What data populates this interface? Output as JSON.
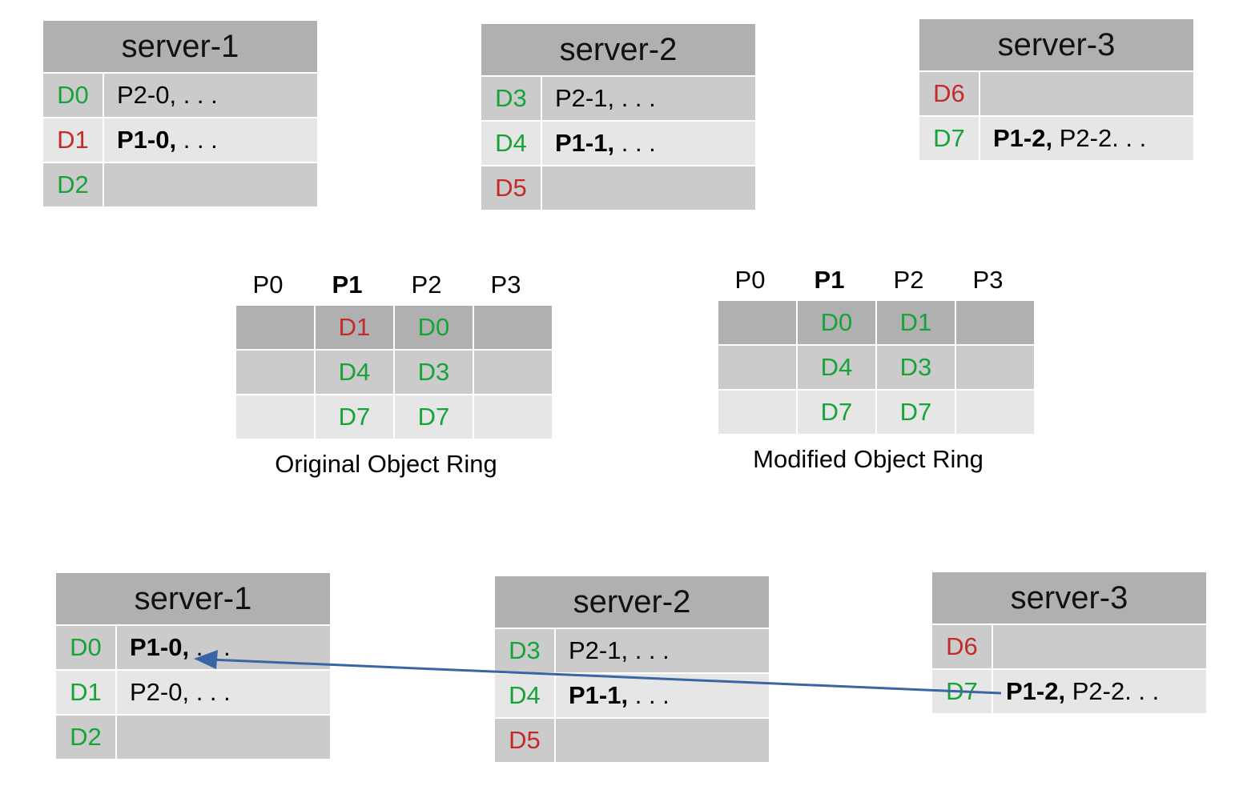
{
  "top": {
    "server1": {
      "title": "server-1",
      "rows": [
        {
          "disk": "D0",
          "content": "P2-0, . . ."
        },
        {
          "disk": "D1",
          "bold": "P1-0,",
          "content": " . . ."
        },
        {
          "disk": "D2",
          "content": ""
        }
      ]
    },
    "server2": {
      "title": "server-2",
      "rows": [
        {
          "disk": "D3",
          "content": "P2-1, . . ."
        },
        {
          "disk": "D4",
          "bold": "P1-1,",
          "content": " . . ."
        },
        {
          "disk": "D5",
          "content": ""
        }
      ]
    },
    "server3": {
      "title": "server-3",
      "rows": [
        {
          "disk": "D6",
          "content": ""
        },
        {
          "disk": "D7",
          "bold": "P1-2,",
          "content": " P2-2. . ."
        }
      ]
    }
  },
  "original_ring": {
    "columns": [
      "P0",
      "P1",
      "P2",
      "P3"
    ],
    "rows": [
      [
        "",
        "D1",
        "D0",
        ""
      ],
      [
        "",
        "D4",
        "D3",
        ""
      ],
      [
        "",
        "D7",
        "D7",
        ""
      ]
    ],
    "caption": "Original Object Ring"
  },
  "modified_ring": {
    "columns": [
      "P0",
      "P1",
      "P2",
      "P3"
    ],
    "rows": [
      [
        "",
        "D0",
        "D1",
        ""
      ],
      [
        "",
        "D4",
        "D3",
        ""
      ],
      [
        "",
        "D7",
        "D7",
        ""
      ]
    ],
    "caption": "Modified Object Ring"
  },
  "bottom": {
    "server1": {
      "title": "server-1",
      "rows": [
        {
          "disk": "D0",
          "bold": "P1-0,",
          "content": " . . ."
        },
        {
          "disk": "D1",
          "content": "P2-0, . . ."
        },
        {
          "disk": "D2",
          "content": ""
        }
      ]
    },
    "server2": {
      "title": "server-2",
      "rows": [
        {
          "disk": "D3",
          "content": "P2-1, . . ."
        },
        {
          "disk": "D4",
          "bold": "P1-1,",
          "content": " . . ."
        },
        {
          "disk": "D5",
          "content": ""
        }
      ]
    },
    "server3": {
      "title": "server-3",
      "rows": [
        {
          "disk": "D6",
          "content": ""
        },
        {
          "disk": "D7",
          "bold": "P1-2,",
          "content": " P2-2. . ."
        }
      ]
    }
  },
  "colors": {
    "green": "#17a339",
    "red": "#c42a2a",
    "arrow": "#3a65a4",
    "header_gray": "#b0b0b0"
  }
}
